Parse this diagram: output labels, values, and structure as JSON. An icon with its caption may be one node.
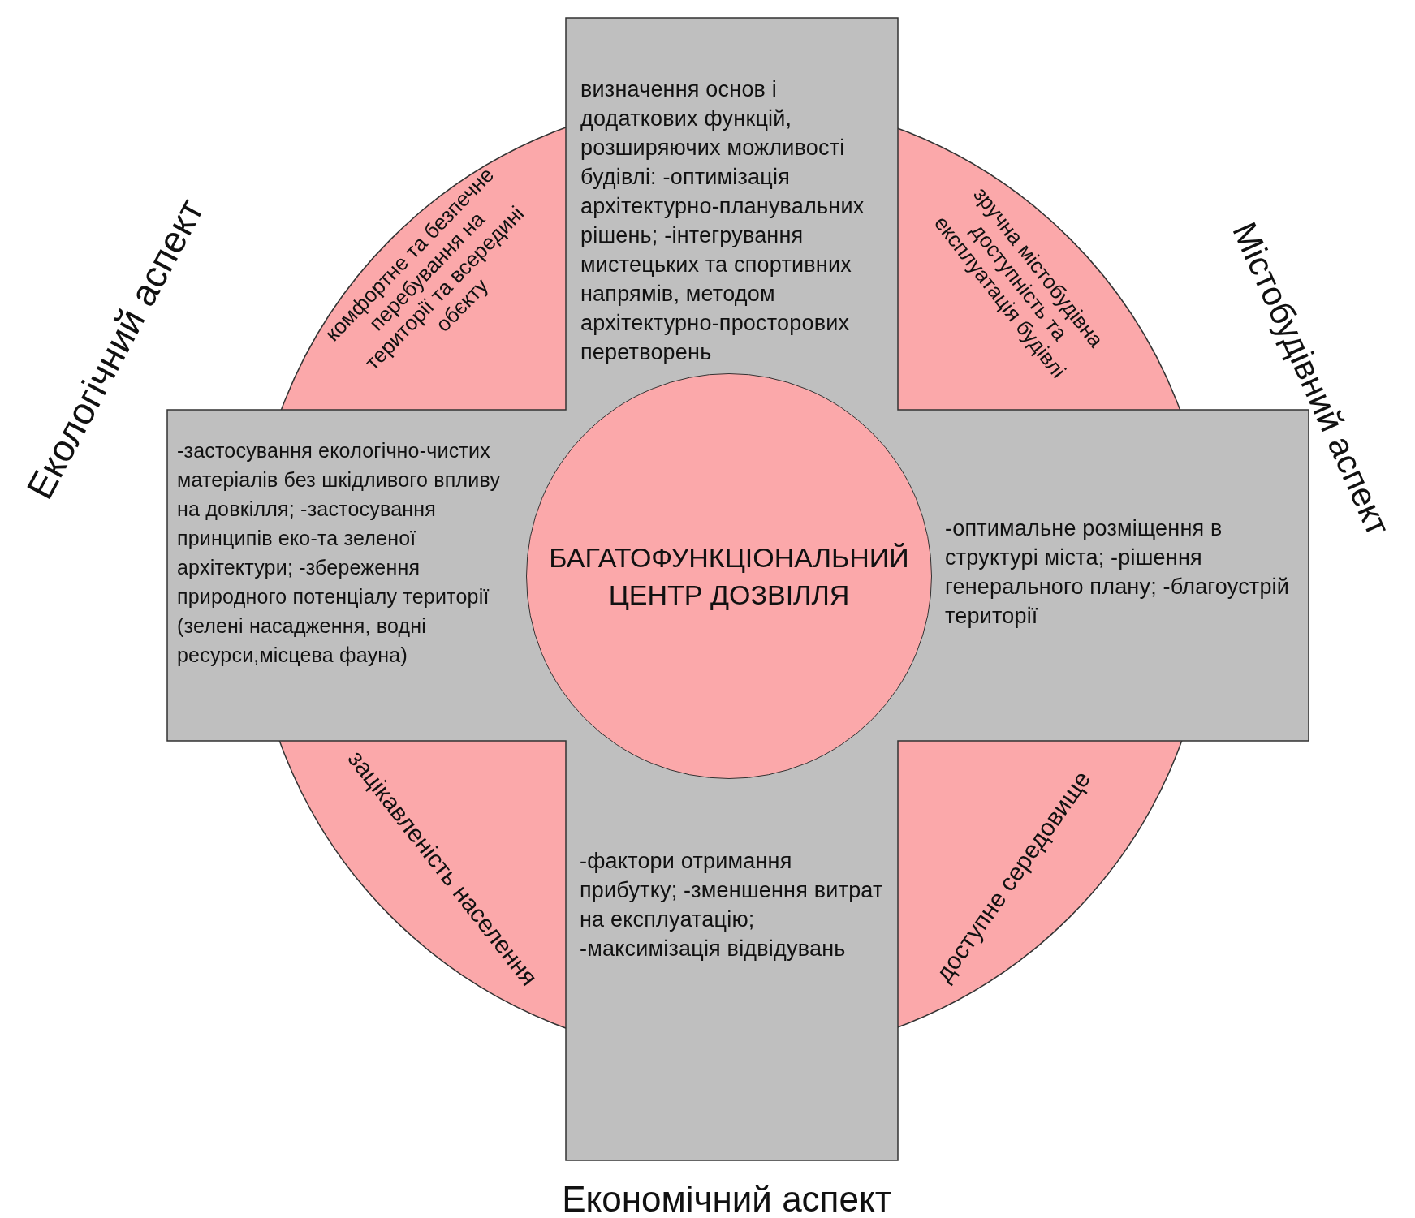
{
  "diagram": {
    "nodes": [
      {
        "text": [
          "визначення основ і додаткових функцій, розширяючих можливості будівлі: -оптимізація архітектурно-планувальних рішень; -інтегрування мистецьких та спортивних напрямів, методом архітектурно-просторових перетворень"
        ]
      },
      {
        "text": [
          "-застосування екологічно-чистих матеріалів без шкідливого впливу на довкілля; -застосування принципів еко-та зеленої архітектури; -збереження природного потенціалу території (зелені насадження, водні ресурси,місцева фауна)"
        ]
      },
      {
        "text": [
          "БАГАТОФУНКЦІОНАЛЬНИЙ ЦЕНТР ДОЗВІЛЛЯ"
        ]
      },
      {
        "text": [
          "-оптимальне розміщення в структурі міста; -рішення генерального плану; -благоустрій території"
        ]
      },
      {
        "text": [
          "-фактори отримання прибутку; -зменшення витрат на експлуатацію; -максимізація відвідувань"
        ]
      }
    ],
    "labels": [
      "Екологічний аспект",
      "Містобудівний аспект",
      "комфортне та безпечне перебування на території та всередині обєкту",
      "зручна містобудівна доступність та експлуатація будівлі",
      "зацікавленість населення",
      "доступне середовище",
      "Економічний аспект"
    ]
  }
}
